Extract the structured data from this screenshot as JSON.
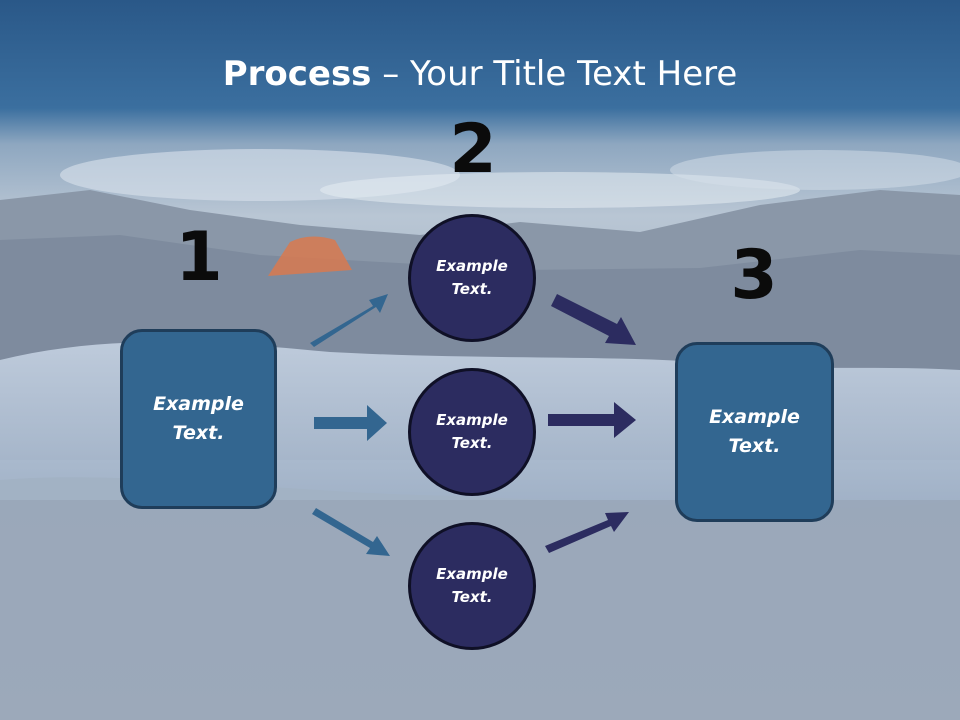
{
  "slide": {
    "title_bold": "Process",
    "title_rest": " – Your Title Text Here",
    "step_numbers": [
      "1",
      "2",
      "3"
    ],
    "left_box_text": "Example\nText.",
    "right_box_text": "Example\nText.",
    "circles": [
      "Example\nText.",
      "Example\nText.",
      "Example\nText."
    ]
  },
  "colors": {
    "box_fill": "#336690",
    "circle_fill": "#2c2c60",
    "arrow_left": "#336690",
    "arrow_right": "#2c2c60",
    "header_band": "#2f5f8e"
  }
}
